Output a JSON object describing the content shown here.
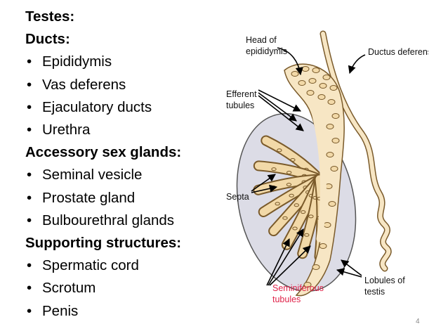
{
  "outline": [
    {
      "kind": "head",
      "text": "Testes:"
    },
    {
      "kind": "head",
      "text": "Ducts:"
    },
    {
      "kind": "bullet",
      "text": "Epididymis"
    },
    {
      "kind": "bullet",
      "text": "Vas deferens"
    },
    {
      "kind": "bullet",
      "text": "Ejaculatory ducts"
    },
    {
      "kind": "bullet",
      "text": "Urethra"
    },
    {
      "kind": "head",
      "text": "Accessory sex glands:"
    },
    {
      "kind": "bullet",
      "text": "Seminal vesicle"
    },
    {
      "kind": "bullet",
      "text": "Prostate gland"
    },
    {
      "kind": "bullet",
      "text": "Bulbourethral glands"
    },
    {
      "kind": "head",
      "text": "Supporting structures:"
    },
    {
      "kind": "bullet",
      "text": "Spermatic cord"
    },
    {
      "kind": "bullet",
      "text": "Scrotum"
    },
    {
      "kind": "bullet",
      "text": "Penis"
    }
  ],
  "bullet_glyph": "•",
  "diagram": {
    "labels": {
      "head_epididymis_1": "Head of",
      "head_epididymis_2": "epididymis",
      "ductus_deferens": "Ductus deferens",
      "efferent_1": "Efferent",
      "efferent_2": "tubules",
      "septa": "Septa",
      "seminiferous_1": "Seminiferous",
      "seminiferous_2": "tubules",
      "lobules_1": "Lobules of",
      "lobules_2": "testis"
    },
    "colors": {
      "testis_fill": "#dcdce6",
      "tubule_fill": "#f2d9a8",
      "tubule_stroke": "#7a5a2a",
      "duct_fill": "#f7e6c4",
      "seminiferous_label": "#e0234a"
    }
  },
  "slide_number": "4"
}
